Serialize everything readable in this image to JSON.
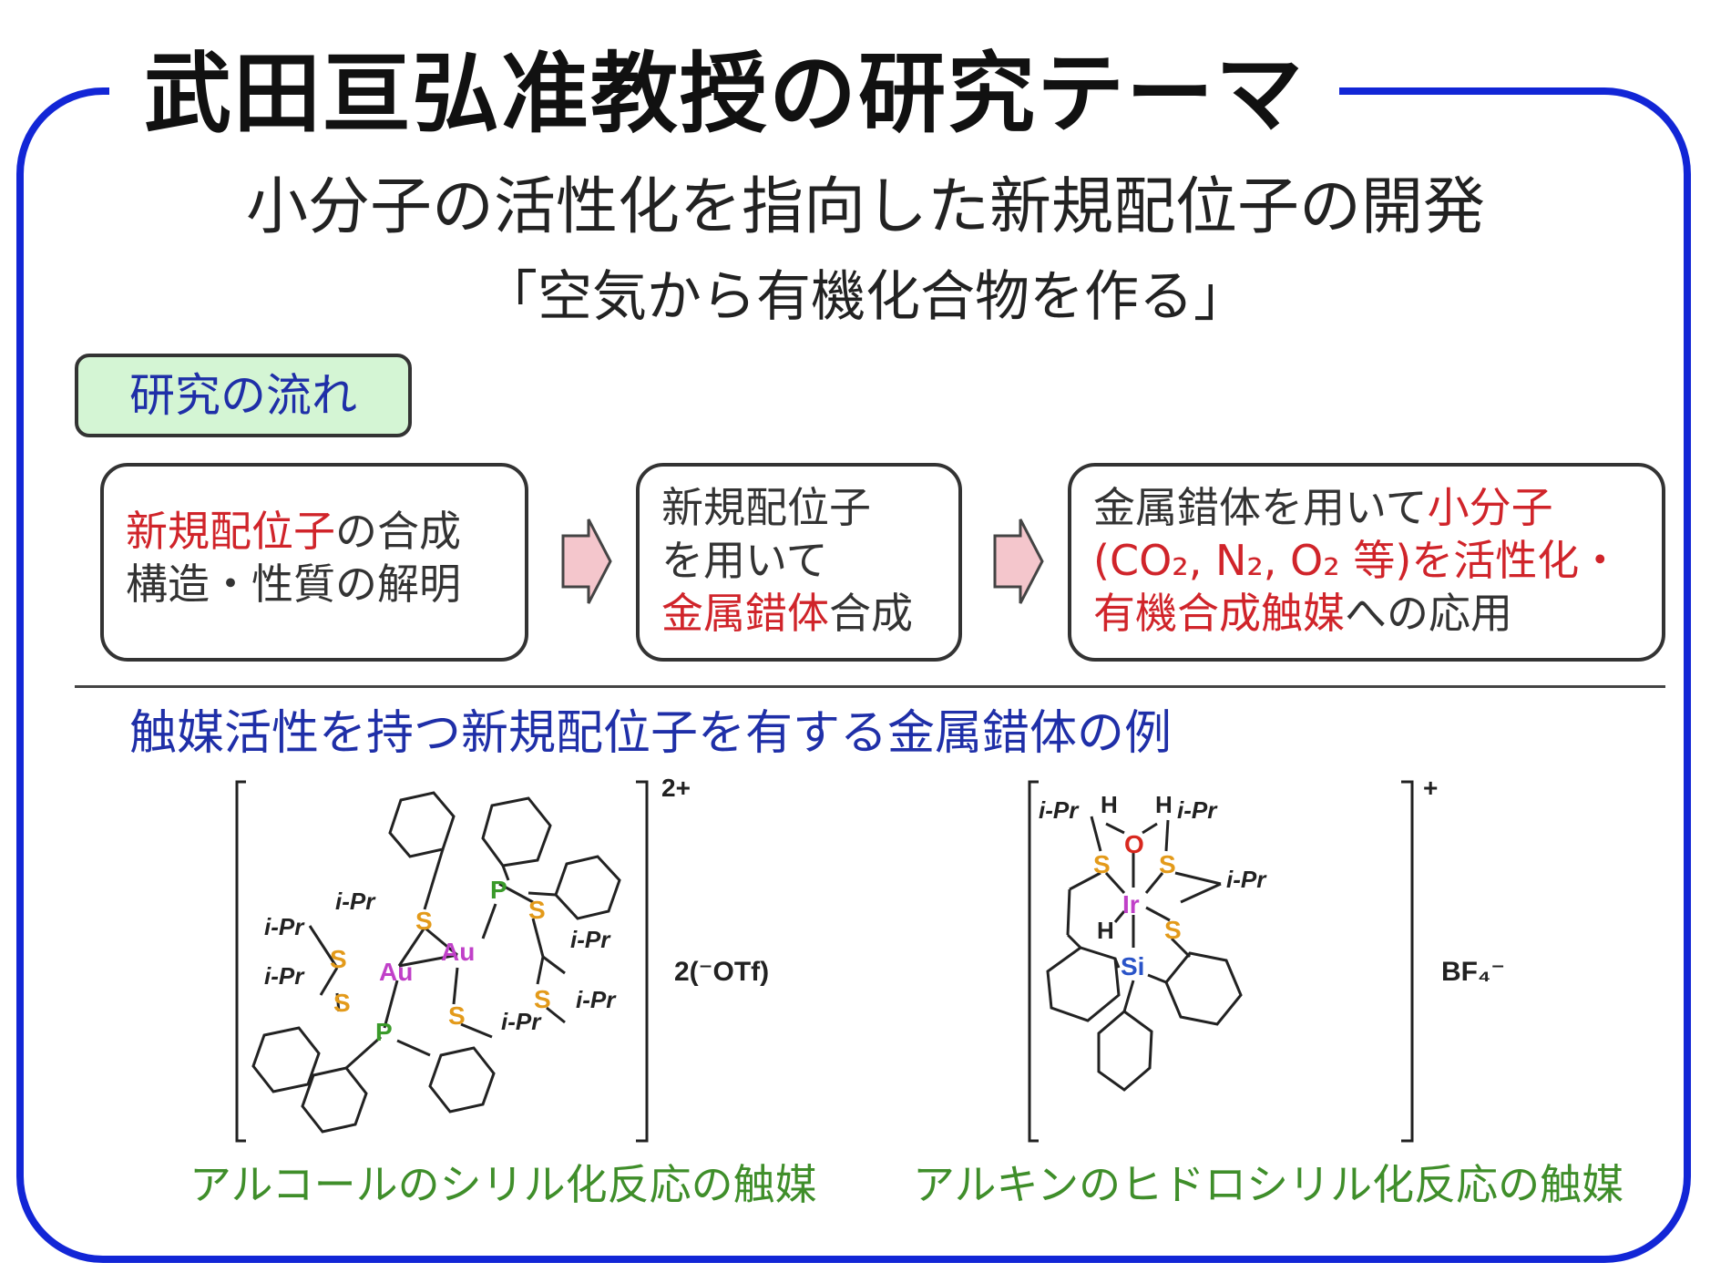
{
  "title": "武田亘弘准教授の研究テーマ",
  "subtitle": "小分子の活性化を指向した新規配位子の開発",
  "tagline": "「空気から有機化合物を作る」",
  "flow_label": "研究の流れ",
  "steps": [
    {
      "red": "新規配位子",
      "line1_rest": "の合成",
      "line2": "構造・性質の解明"
    },
    {
      "line1": "新規配位子",
      "line2": "を用いて",
      "red": "金属錯体",
      "line3_rest": "合成"
    },
    {
      "line1_start": "金属錯体を用いて",
      "line1_red": "小分子",
      "line2_red": "(CO₂, N₂, O₂ 等)を活性化・",
      "line3_red": "有機合成触媒",
      "line3_rest": "への応用"
    }
  ],
  "examples_title": "触媒活性を持つ新規配位子を有する金属錯体の例",
  "complex1": {
    "charge": "2+",
    "counterion": "2(⁻OTf)",
    "atoms": {
      "P": "P",
      "S": "S",
      "Au": "Au"
    },
    "group": "i-Pr",
    "caption": "アルコールのシリル化反応の触媒"
  },
  "complex2": {
    "charge": "+",
    "counterion": "BF₄⁻",
    "atoms": {
      "Ir": "Ir",
      "O": "O",
      "H": "H",
      "S": "S",
      "Si": "Si"
    },
    "group": "i-Pr",
    "caption": "アルキンのヒドロシリル化反応の触媒"
  },
  "colors": {
    "frame": "#1226d6",
    "accent_red": "#d0242a",
    "heading_blue": "#1f2fa8",
    "caption_green": "#3f8e2a",
    "phosphorus": "#3a9a2a",
    "sulfur": "#e39a1a",
    "gold": "#c040c8",
    "iridium": "#c040c8",
    "oxygen": "#d8281e",
    "silicon": "#2a54c8",
    "badge_fill": "#d4f5d4",
    "arrow_fill": "#f4c6cc"
  }
}
